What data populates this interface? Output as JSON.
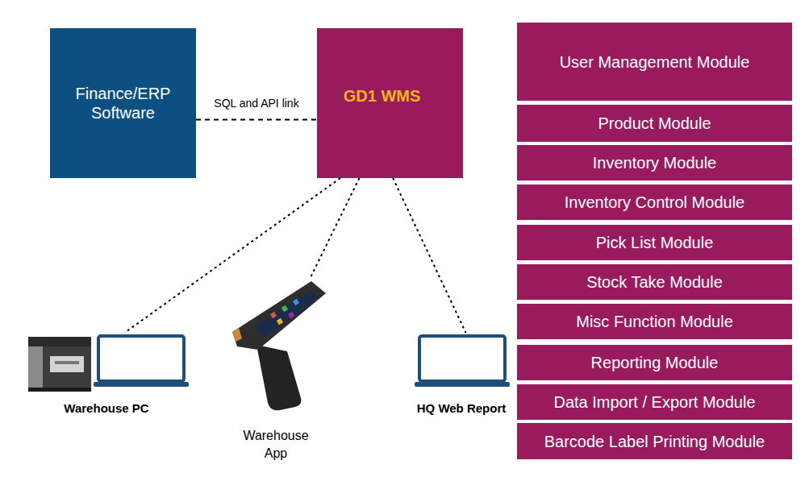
{
  "diagram": {
    "nodes": [
      {
        "text": [
          "Finance/ERP Software"
        ]
      },
      {
        "text": [
          "GD1 WMS"
        ]
      },
      {
        "text": [
          "User Management Module"
        ]
      },
      {
        "text": [
          "Product Module"
        ]
      },
      {
        "text": [
          "Inventory Module"
        ]
      },
      {
        "text": [
          "Inventory Control Module"
        ]
      },
      {
        "text": [
          "Pick List Module"
        ]
      },
      {
        "text": [
          "Stock Take Module"
        ]
      },
      {
        "text": [
          "Misc Function Module"
        ]
      },
      {
        "text": [
          "Reporting Module"
        ]
      },
      {
        "text": [
          "Data Import / Export Module"
        ]
      },
      {
        "text": [
          "Barcode Label Printing Module"
        ]
      },
      {
        "text": [
          "Warehouse PC"
        ]
      },
      {
        "text": [
          "Warehouse App"
        ]
      },
      {
        "text": [
          "HQ Web Report"
        ]
      }
    ],
    "edges": [
      {
        "from": 0,
        "to": 1,
        "label": "SQL and API link",
        "arrow": "none"
      },
      {
        "from": 1,
        "to": 12,
        "arrow": "none"
      },
      {
        "from": 1,
        "to": 13,
        "arrow": "none"
      },
      {
        "from": 1,
        "to": 14,
        "arrow": "none"
      }
    ]
  }
}
